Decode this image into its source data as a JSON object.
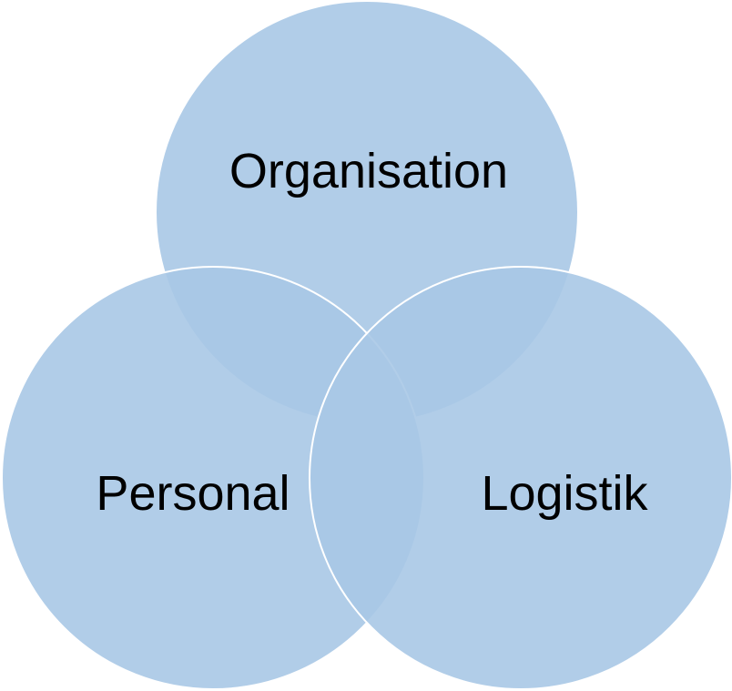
{
  "diagram": {
    "type": "venn",
    "fill_color": "#a9c8e6",
    "fill_opacity": 0.9,
    "sets": [
      {
        "label": "Organisation"
      },
      {
        "label": "Personal"
      },
      {
        "label": "Logistik"
      }
    ]
  }
}
